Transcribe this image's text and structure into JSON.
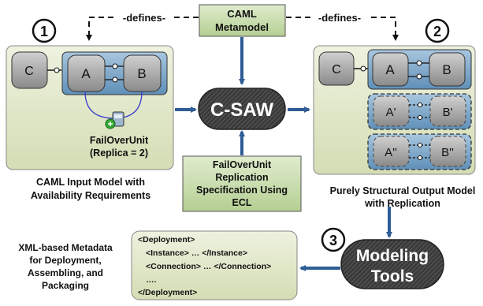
{
  "step_numbers": [
    "1",
    "2",
    "3"
  ],
  "defines_left": "-defines-",
  "defines_right": "-defines-",
  "metamodel": {
    "line1": "CAML",
    "line2": "Metamodel"
  },
  "csaw": "C-SAW",
  "input_model": {
    "components": [
      "C",
      "A",
      "B"
    ],
    "failover_label": "FailOverUnit",
    "replica_label": "(Replica = 2)",
    "caption_line1": "CAML Input Model with",
    "caption_line2": "Availability Requirements"
  },
  "output_model": {
    "components": [
      "C",
      "A",
      "B"
    ],
    "replica1": [
      "A'",
      "B'"
    ],
    "replica2": [
      "A''",
      "B''"
    ],
    "caption_line1": "Purely Structural Output Model",
    "caption_line2": "with Replication"
  },
  "spec": {
    "line1": "FailOverUnit",
    "line2": "Replication",
    "line3": "Specification Using",
    "line4": "ECL"
  },
  "modeling_tools": {
    "line1": "Modeling",
    "line2": "Tools"
  },
  "xml_metadata": {
    "line1": "XML-based Metadata",
    "line2": "for Deployment,",
    "line3": "Assembling, and",
    "line4": "Packaging"
  },
  "xml_code": {
    "line1": "<Deployment>",
    "line2": "<Instance>  … </Instance>",
    "line3": "<Connection> … </Connection>",
    "line4": "….",
    "line5": "</Deployment>"
  },
  "colors": {
    "panel_fill": "#dfe7c8",
    "component_fill": "#7f7f7f",
    "group_fill": "#6d9ec4",
    "arrow": "#2f5d95",
    "label_box": "#c9dbb0"
  }
}
